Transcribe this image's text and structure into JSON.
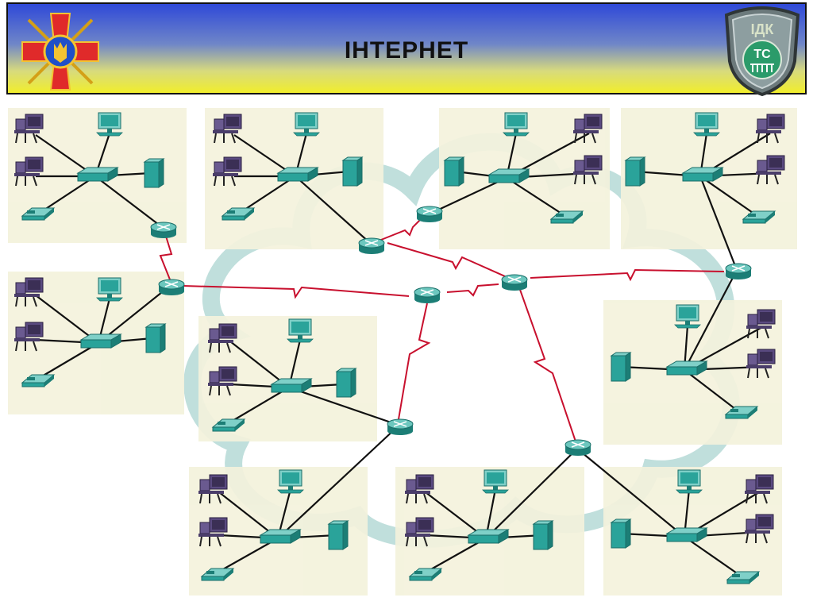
{
  "header": {
    "title": "ІНТЕРНЕТ",
    "logo_right_text": [
      "ІДК",
      "ТС"
    ]
  },
  "colors": {
    "header_top": "#2f49d8",
    "header_bottom": "#f1ee2c",
    "cloud": "#b9dcd8",
    "lan_background": "#f4f2dc",
    "wan_link": "#c8102e",
    "device": "#2aa39a"
  },
  "icons": [
    "router-icon",
    "switch-icon",
    "pc-icon",
    "workstation-icon",
    "server-icon",
    "ip-phone-icon",
    "internet-cloud"
  ]
}
